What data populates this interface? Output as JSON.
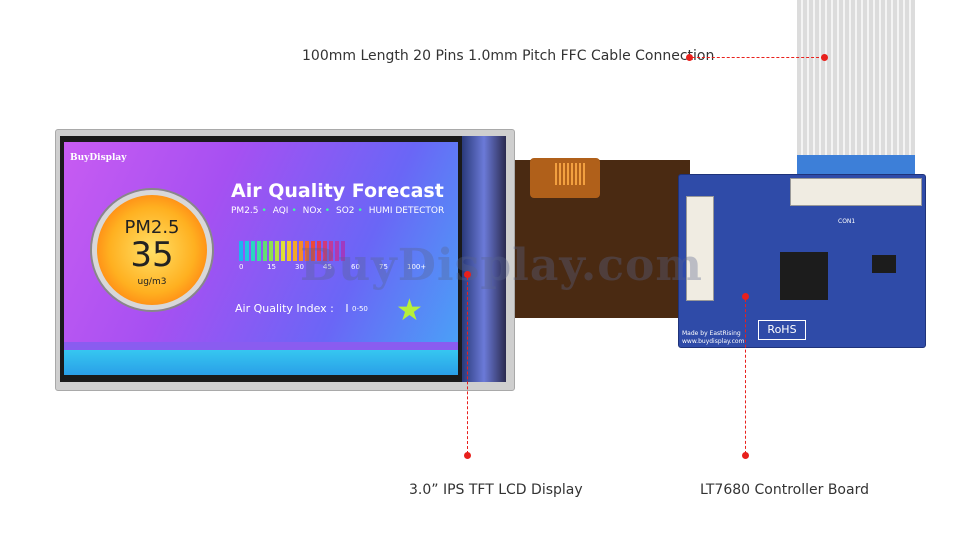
{
  "callouts": {
    "cable": "100mm Length 20 Pins 1.0mm Pitch FFC Cable Connection",
    "display": "3.0” IPS TFT LCD Display",
    "controller": "LT7680 Controller Board"
  },
  "screen": {
    "brand": "BuyDisplay",
    "gauge_label": "PM2.5",
    "gauge_value": "35",
    "gauge_unit": "ug/m3",
    "title": "Air Quality Forecast",
    "subtitle_items": [
      "PM2.5",
      "AQI",
      "NOx",
      "SO2",
      "HUMI DETECTOR"
    ],
    "scale_ticks": [
      "0",
      "15",
      "30",
      "45",
      "60",
      "75",
      "100+"
    ],
    "index_label": "Air Quality Index :",
    "index_value": "I",
    "index_range": "0-50"
  },
  "board": {
    "rohs": "RoHS",
    "made_by": "Made by EastRising",
    "url": "www.buydisplay.com",
    "conn_label": "CON1"
  },
  "watermark": "BuyDisplay.com",
  "colors": {
    "accent_red": "#e8201c",
    "board_blue": "#2f4ba8",
    "cable_tab_blue": "#3d7fd8"
  }
}
